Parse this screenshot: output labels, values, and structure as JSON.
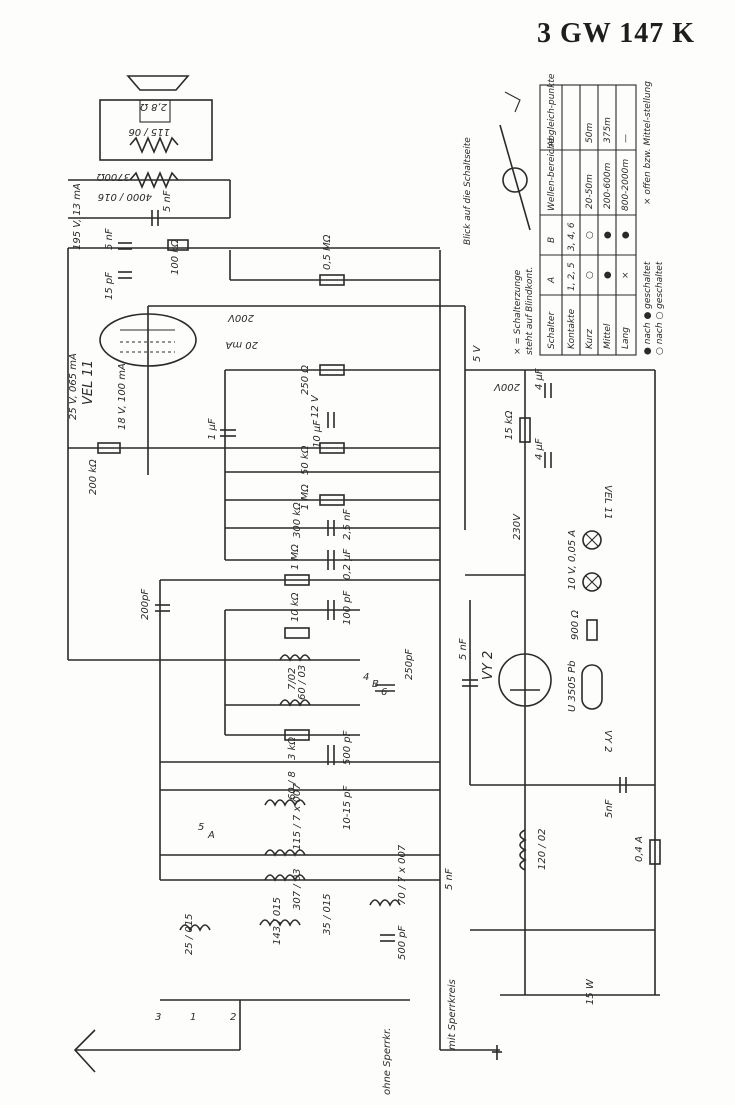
{
  "title": "3 GW 147 K",
  "tubes": {
    "vel11": "VEL 11",
    "vy2": "VY 2"
  },
  "table": {
    "headers": [
      "Schalter",
      "A",
      "B",
      "Wellen-bereiche",
      "Abgleich-punkte"
    ],
    "rows": [
      [
        "Kontakte",
        "1, 2, 5",
        "3, 4, 6",
        "",
        ""
      ],
      [
        "Kurz",
        "○",
        "○",
        "20-50m",
        "50m"
      ],
      [
        "Mittel",
        "●",
        "●",
        "200-600m",
        "375m"
      ],
      [
        "Lang",
        "×",
        "●",
        "800-2000m",
        "—"
      ]
    ],
    "legend1": "● nach ● geschaltet",
    "legend2": "○ nach ○ geschaltet",
    "legend3": "× offen bzw. Mittel-stellung",
    "note1": "× = Schalterzunge",
    "note2": "steht auf Blindkont.",
    "view": "Blick auf die Schaltseite"
  },
  "labels": {
    "r_200k": "200 kΩ",
    "c_200pf": "200pF",
    "r_1m": "1 MΩ",
    "r_10k": "10 kΩ",
    "c_100pf": "100 pF",
    "c_02": "0,2 µF",
    "c_25nf": "2,5 nF",
    "r_300k": "300 kΩ",
    "r_1m_b": "1 MΩ",
    "r_50k": "50 kΩ",
    "c_10pf": "10 µF",
    "v12": "12 V",
    "r_250": "250 Ω",
    "c_1uf": "1 µF",
    "c_5nf_a": "5 nF",
    "c_15pf": "15 pF",
    "r_100k": "100 kΩ",
    "r_05m": "0,5 MΩ",
    "c_5nf_top": "5 nF",
    "r_3700": "3700Ω",
    "coil_115": "115 / 06",
    "coil_4000": "4000 / 016",
    "speaker": "2,8 Ω",
    "v_195": "195 V, 13 mA",
    "v_25": "25 V, 065 mA",
    "v_18": "18 V, 100 mA",
    "v_200": "200V",
    "ma_20": "20 mA",
    "v_5": "5 V",
    "v_200b": "200V",
    "c_4uf_a": "4 µF",
    "c_4uf_b": "4 µF",
    "r_15k": "15 kΩ",
    "v_230": "230V",
    "lamp": "10 V, 0,05 A",
    "r_900": "900 Ω",
    "u3505": "U 3505 Pb",
    "vel11_r": "VEL 11",
    "vy2_r": "VY 2",
    "c_5nf_b": "5 nF",
    "c_5nf_c": "5 nF",
    "c_5nf_d": "5nF",
    "coil_120": "120 / 02",
    "fuse": "0,4 A",
    "sw": "15 W",
    "coil_7102": "7/02",
    "coil_6003": "60 / 03",
    "r_3k": "3 kΩ",
    "c_500pf": "500 pF",
    "c_250pf": "250pF",
    "coil_608": "60 / 8",
    "c_10_15": "10-15 pF",
    "coil_115_7": "115 / 7 x 007",
    "coil_307": "307 / 03",
    "coil_143": "143 / 015",
    "coil_35": "35 / 015",
    "coil_70": "70 / 7 x 007",
    "c_500": "500 pF",
    "coil_25": "25 / 015",
    "ohne": "ohne Sperrkr.",
    "mit": "mit Sperrkreis",
    "sw_a": "A",
    "sw_b": "B",
    "t1": "1",
    "t2": "2",
    "t3": "3",
    "t4": "4",
    "t5": "5",
    "t6": "6"
  }
}
